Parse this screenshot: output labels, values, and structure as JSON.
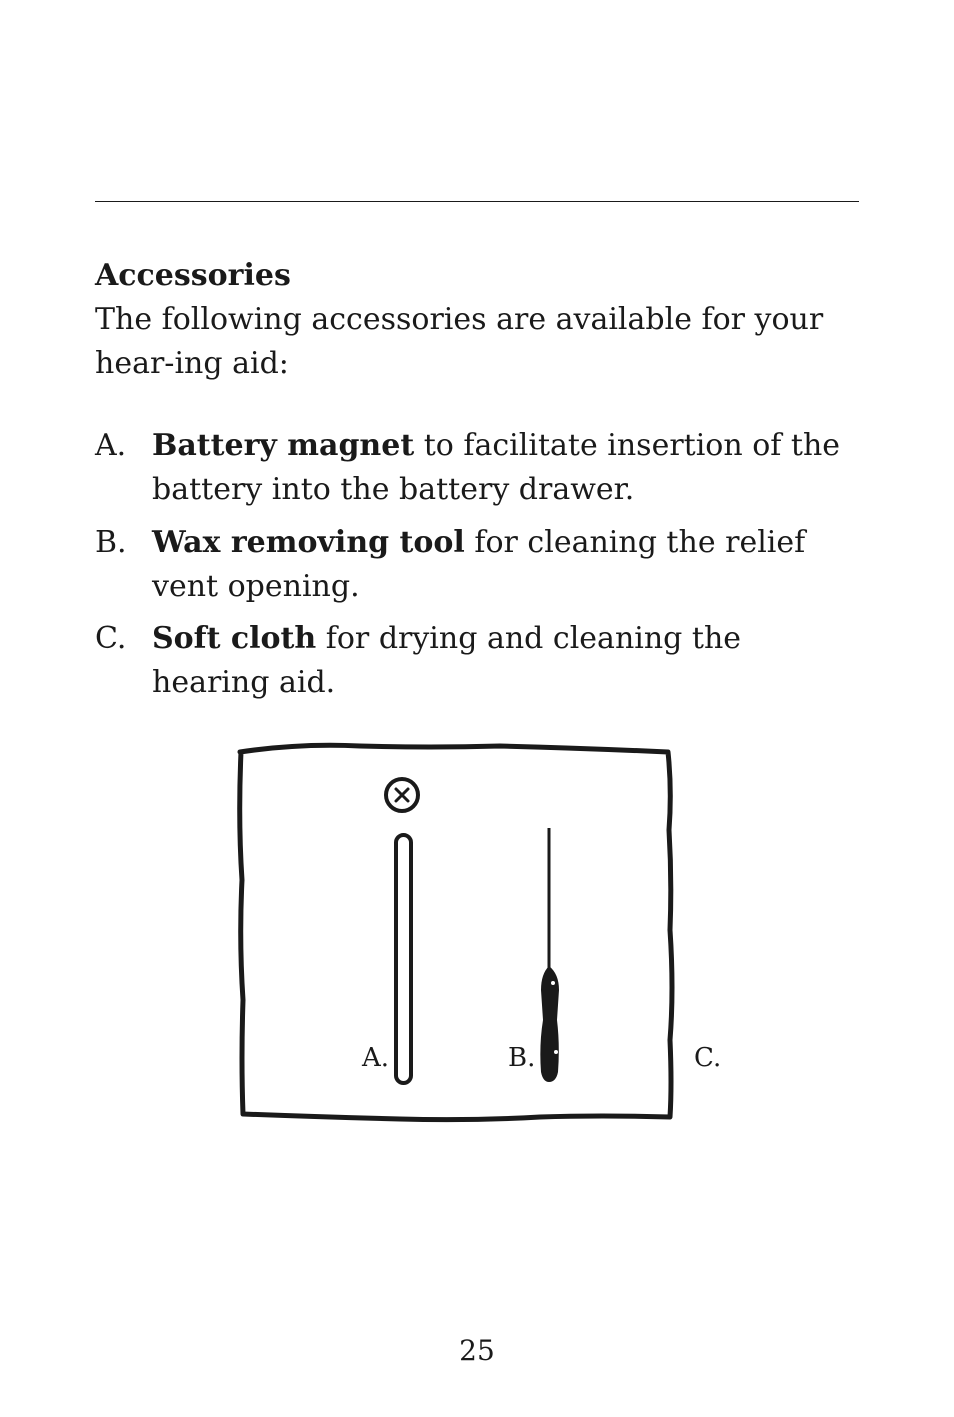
{
  "section": {
    "title": "Accessories",
    "intro": "The following accessories are available for your hear-ing aid:"
  },
  "items": [
    {
      "letter": "A.",
      "name": "Battery magnet",
      "description": " to facilitate insertion of the battery into the battery drawer."
    },
    {
      "letter": "B.",
      "name": "Wax removing tool",
      "description": " for cleaning the relief vent opening."
    },
    {
      "letter": "C.",
      "name": "Soft cloth",
      "description": " for drying and cleaning the hearing aid."
    }
  ],
  "figure": {
    "labels": [
      "A.",
      "B.",
      "C."
    ]
  },
  "page_number": "25"
}
